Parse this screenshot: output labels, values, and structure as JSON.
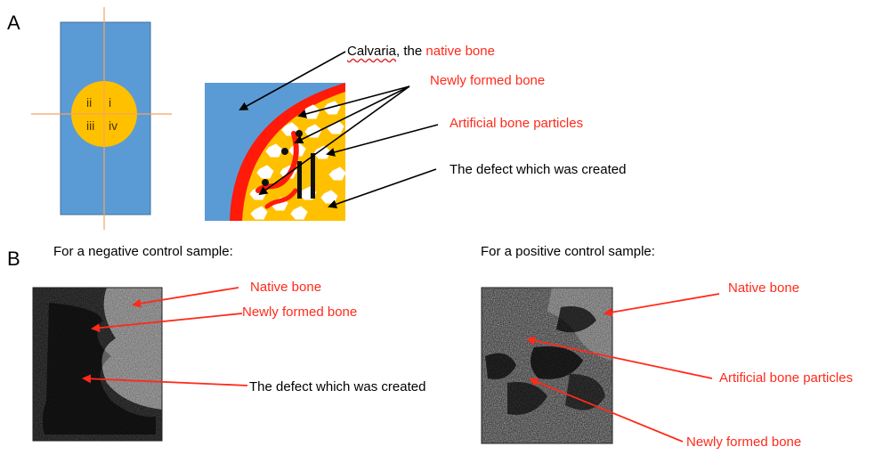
{
  "panel_a": {
    "letter": "A",
    "quadrants": {
      "i": "i",
      "ii": "ii",
      "iii": "iii",
      "iv": "iv"
    },
    "labels": {
      "calvaria_prefix": "Calvaria",
      "calvaria_mid": ", the ",
      "calvaria_red": "native bone",
      "newly_formed": "Newly formed bone",
      "artificial": "Artificial bone particles",
      "defect": "The defect which was created"
    }
  },
  "panel_b": {
    "letter": "B",
    "negative": {
      "title": "For a negative control sample:",
      "native": "Native bone",
      "newly_formed": "Newly formed bone",
      "defect": "The defect which was created"
    },
    "positive": {
      "title": "For a positive control sample:",
      "native": "Native bone",
      "artificial": "Artificial bone particles",
      "newly_formed": "Newly formed bone"
    }
  },
  "colors": {
    "blue": "#5b9bd5",
    "orange": "#ffc000",
    "red": "#ff2a1a",
    "crosshair": "#f4a460"
  }
}
